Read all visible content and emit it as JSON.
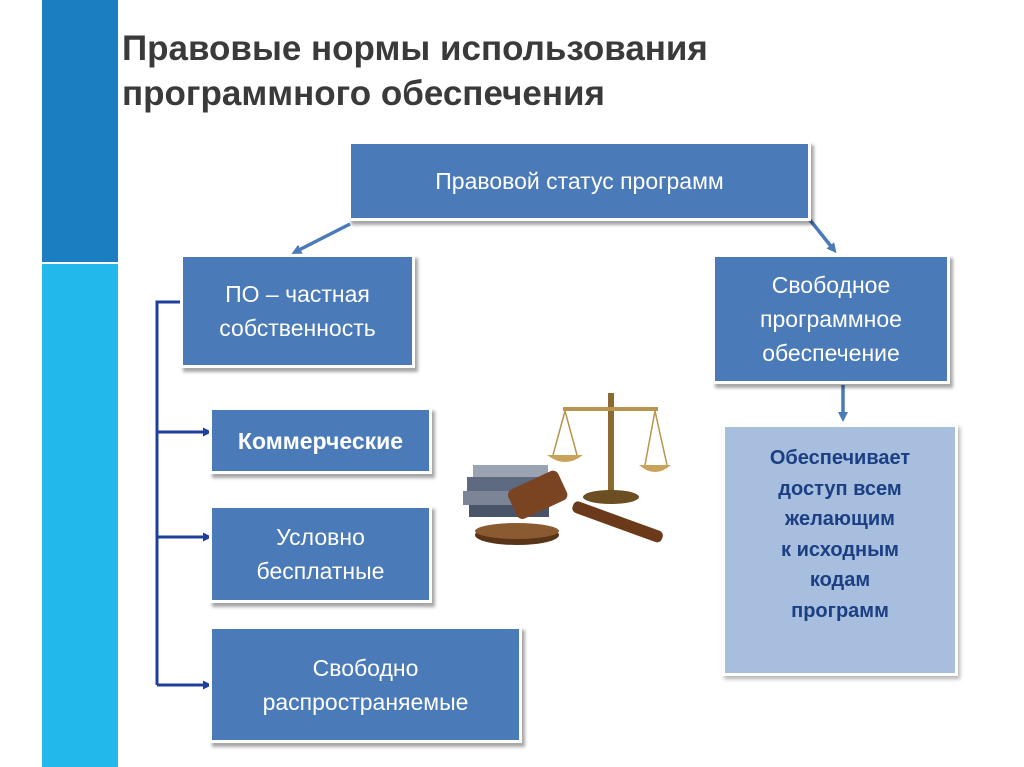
{
  "title": {
    "line1": "Правовые нормы использования",
    "line2": "программного обеспечения"
  },
  "diagram": {
    "root": "Правовой статус программ",
    "left_category": {
      "line1": "ПО – частная",
      "line2": "собственность"
    },
    "right_category": {
      "line1": "Свободное",
      "line2": "программное",
      "line3": "обеспечение"
    },
    "left_items": [
      {
        "line1": "Коммерческие"
      },
      {
        "line1": "Условно",
        "line2": "бесплатные"
      },
      {
        "line1": "Свободно",
        "line2": "распространяемые"
      }
    ],
    "right_description": [
      "Обеспечивает",
      "доступ всем",
      "желающим",
      "к исходным",
      "кодам",
      "программ"
    ]
  },
  "colors": {
    "box_fill": "#4a7ab8",
    "connector": "#1d3f9e",
    "arrow": "#4a7ab8",
    "description_fill": "#a7bedf",
    "description_text": "#1b3f82",
    "sidebar_dark": "#1a7ec0",
    "sidebar_light": "#22b8ec"
  },
  "illustration": {
    "icon": "scales-of-justice-and-gavel-icon"
  }
}
